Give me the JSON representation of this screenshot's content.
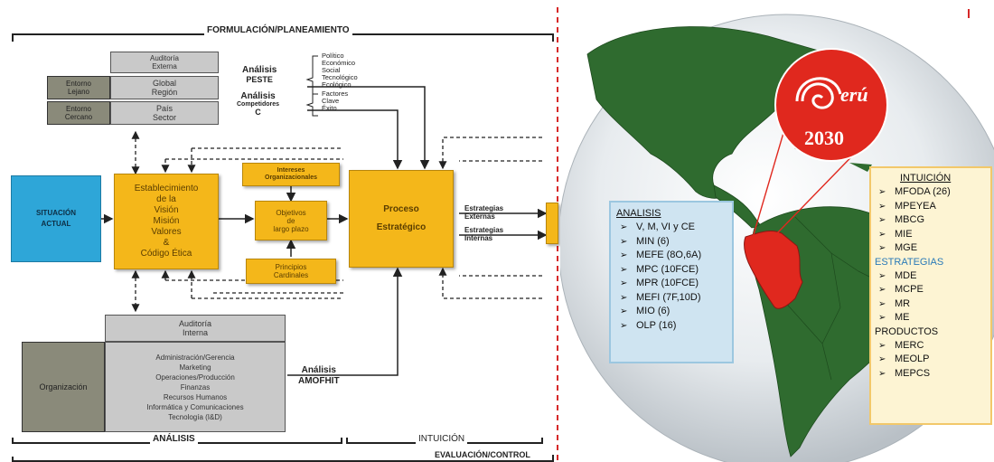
{
  "colors": {
    "gold": "#f4b71a",
    "blue_box": "#2ea6d8",
    "globe_green": "#2f6b2f",
    "peru_red": "#e0281e",
    "dashed_red": "#d62828"
  },
  "header": {
    "formulacion": "FORMULACIÓN/PLANEAMIENTO"
  },
  "footer": {
    "analisis": "ANÁLISIS",
    "intuicion": "INTUICIÓN",
    "evaluacion": "EVALUACIÓN/CONTROL"
  },
  "auditoria_externa": {
    "title_1": "Auditoría",
    "title_2": "Externa",
    "global": "Global",
    "region": "Región",
    "pais": "País",
    "sector": "Sector"
  },
  "entorno_lejano": {
    "line1": "Entorno",
    "line2": "Lejano"
  },
  "entorno_cercano": {
    "line1": "Entorno",
    "line2": "Cercano"
  },
  "peste": {
    "label1": "Análisis",
    "label2": "PESTE",
    "items": [
      "Político",
      "Económico",
      "Social",
      "Tecnológico",
      "Ecológico"
    ]
  },
  "competidores": {
    "label1": "Análisis",
    "label2": "Competidores",
    "label3": "C",
    "items": [
      "Factores",
      "Clave",
      "Éxito"
    ]
  },
  "situacion": {
    "line1": "SITUACIÓN",
    "line2": "ACTUAL"
  },
  "vision": {
    "lines": [
      "Establecimiento",
      "de la",
      "Visión",
      "Misión",
      "Valores",
      "&",
      "Código Ética"
    ]
  },
  "intereses": {
    "line1": "Intereses",
    "line2": "Organizacionales"
  },
  "objetivos": {
    "line1": "Objetivos",
    "line2": "de",
    "line3": "largo plazo"
  },
  "principios": {
    "line1": "Principios",
    "line2": "Cardinales"
  },
  "proceso": {
    "line1": "Proceso",
    "line2": "Estratégico"
  },
  "estrategias_ext": {
    "line1": "Estrategias",
    "line2": "Externas"
  },
  "estrategias_int": {
    "line1": "Estrategias",
    "line2": "Internas"
  },
  "auditoria_interna": {
    "line1": "Auditoría",
    "line2": "Interna"
  },
  "organizacion": {
    "label": "Organización",
    "items": [
      "Administración/Gerencia",
      "Marketing",
      "Operaciones/Producción",
      "Finanzas",
      "Recursos Humanos",
      "Informática y Comunicaciones",
      "Tecnología (I&D)"
    ]
  },
  "amofhit": {
    "line1": "Análisis",
    "line2": "AMOFHIT"
  },
  "peru_logo": {
    "text": "erú",
    "year": "2030"
  },
  "analisis_panel": {
    "title": "ANALISIS",
    "items": [
      "V, M, VI y CE",
      "MIN (6)",
      "MEFE (8O,6A)",
      "MPC (10FCE)",
      "MPR (10FCE)",
      "MEFI (7F,10D)",
      "MIO (6)",
      "OLP (16)"
    ]
  },
  "right_panel": {
    "intuicion_title": "INTUICIÓN",
    "intuicion_items": [
      "MFODA (26)",
      "MPEYEA",
      "MBCG",
      "MIE",
      "MGE"
    ],
    "estrategias_title": "ESTRATEGIAS",
    "estrategias_items": [
      "MDE",
      "MCPE",
      "MR",
      "ME"
    ],
    "productos_title": "PRODUCTOS",
    "productos_items": [
      "MERC",
      "MEOLP",
      "MEPCS"
    ]
  }
}
